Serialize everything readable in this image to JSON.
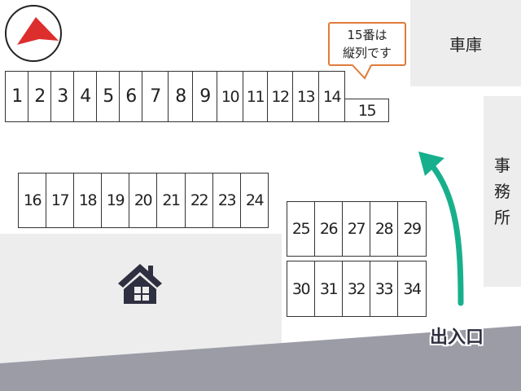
{
  "map": {
    "north_indicator_color": "#dd2e2e",
    "route_arrow_color": "#18b08c",
    "callout_border_color": "#e07b39",
    "road_color": "#9b9ca6",
    "house_icon": "house-icon",
    "compass_icon": "compass-north-arrow-icon"
  },
  "labels": {
    "garage": "車庫",
    "office": [
      "事",
      "務",
      "所"
    ],
    "entrance": "出入口",
    "callout_line1": "15番は",
    "callout_line2": "縦列です"
  },
  "parking_spaces": {
    "row_top": [
      "1",
      "2",
      "3",
      "4",
      "5",
      "6",
      "7",
      "8",
      "9",
      "10",
      "11",
      "12",
      "13",
      "14"
    ],
    "tandem": "15",
    "row_middle": [
      "16",
      "17",
      "18",
      "19",
      "20",
      "21",
      "22",
      "23",
      "24"
    ],
    "block_upper": [
      "25",
      "26",
      "27",
      "28",
      "29"
    ],
    "block_lower": [
      "30",
      "31",
      "32",
      "33",
      "34"
    ]
  }
}
